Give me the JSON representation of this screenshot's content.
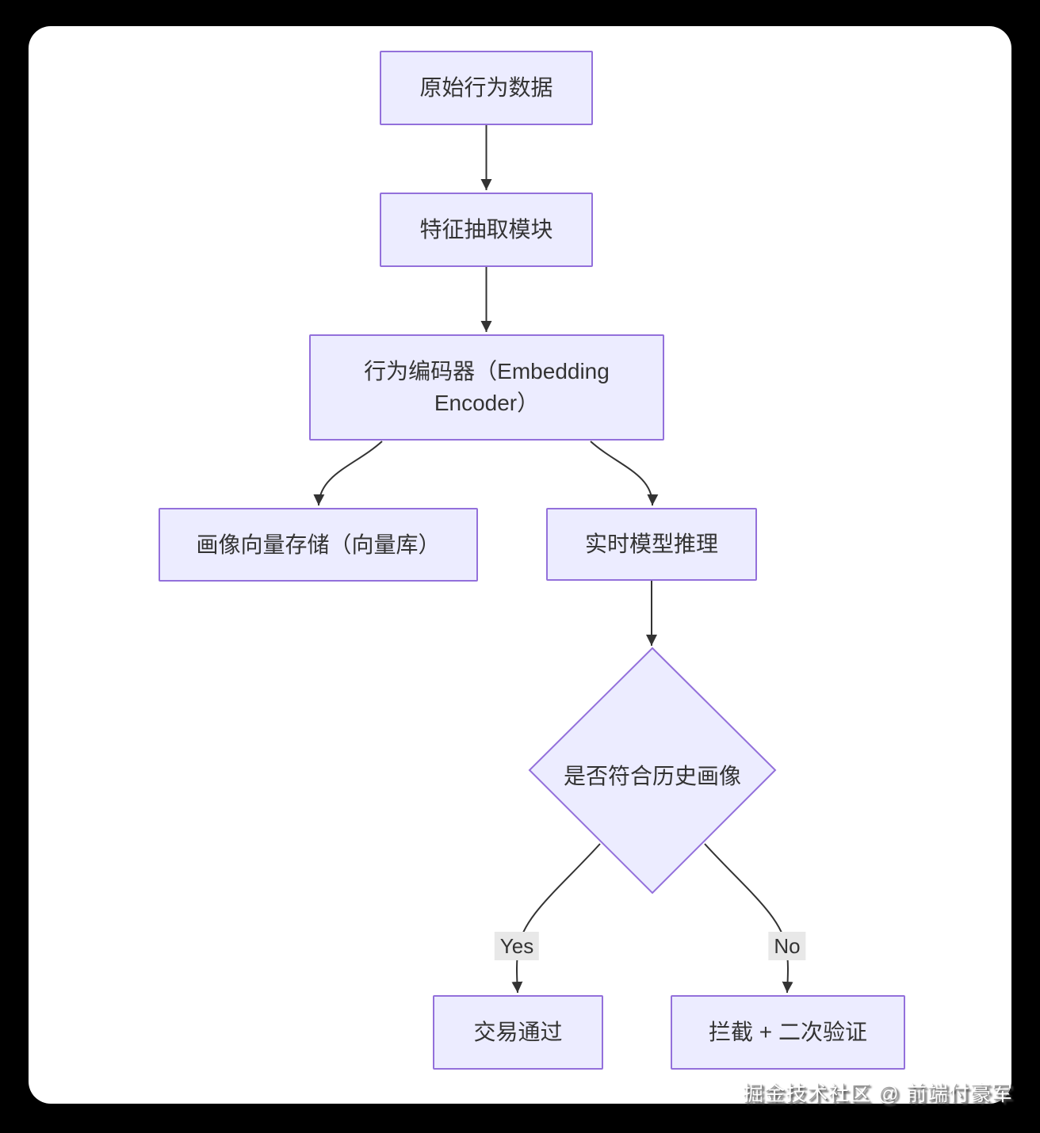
{
  "flowchart": {
    "nodes": [
      {
        "id": "raw-behavior-data",
        "shape": "rect",
        "label": "原始行为数据"
      },
      {
        "id": "feature-extraction",
        "shape": "rect",
        "label": "特征抽取模块"
      },
      {
        "id": "embedding-encoder",
        "shape": "rect",
        "label": "行为编码器（Embedding\nEncoder）"
      },
      {
        "id": "vector-store",
        "shape": "rect",
        "label": "画像向量存储（向量库）"
      },
      {
        "id": "realtime-inference",
        "shape": "rect",
        "label": "实时模型推理"
      },
      {
        "id": "history-match",
        "shape": "diamond",
        "label": "是否符合历史画像"
      },
      {
        "id": "transaction-pass",
        "shape": "rect",
        "label": "交易通过"
      },
      {
        "id": "intercept-verify",
        "shape": "rect",
        "label": "拦截 + 二次验证"
      }
    ],
    "edge_labels": {
      "yes": "Yes",
      "no": "No"
    },
    "edges": [
      {
        "from": "raw-behavior-data",
        "to": "feature-extraction"
      },
      {
        "from": "feature-extraction",
        "to": "embedding-encoder"
      },
      {
        "from": "embedding-encoder",
        "to": "vector-store"
      },
      {
        "from": "embedding-encoder",
        "to": "realtime-inference"
      },
      {
        "from": "realtime-inference",
        "to": "history-match"
      },
      {
        "from": "history-match",
        "to": "transaction-pass",
        "label": "Yes"
      },
      {
        "from": "history-match",
        "to": "intercept-verify",
        "label": "No"
      }
    ]
  },
  "watermark": {
    "text": "掘金技术社区 @ 前端付豪军"
  },
  "colors": {
    "page_bg": "#000000",
    "canvas_bg": "#ffffff",
    "node_fill": "#ECECFF",
    "node_stroke": "#9370DB",
    "edge_stroke": "#333333",
    "text": "#333333",
    "edge_label_bg": "#E8E8E8",
    "watermark_text": "#FFFFFF"
  }
}
